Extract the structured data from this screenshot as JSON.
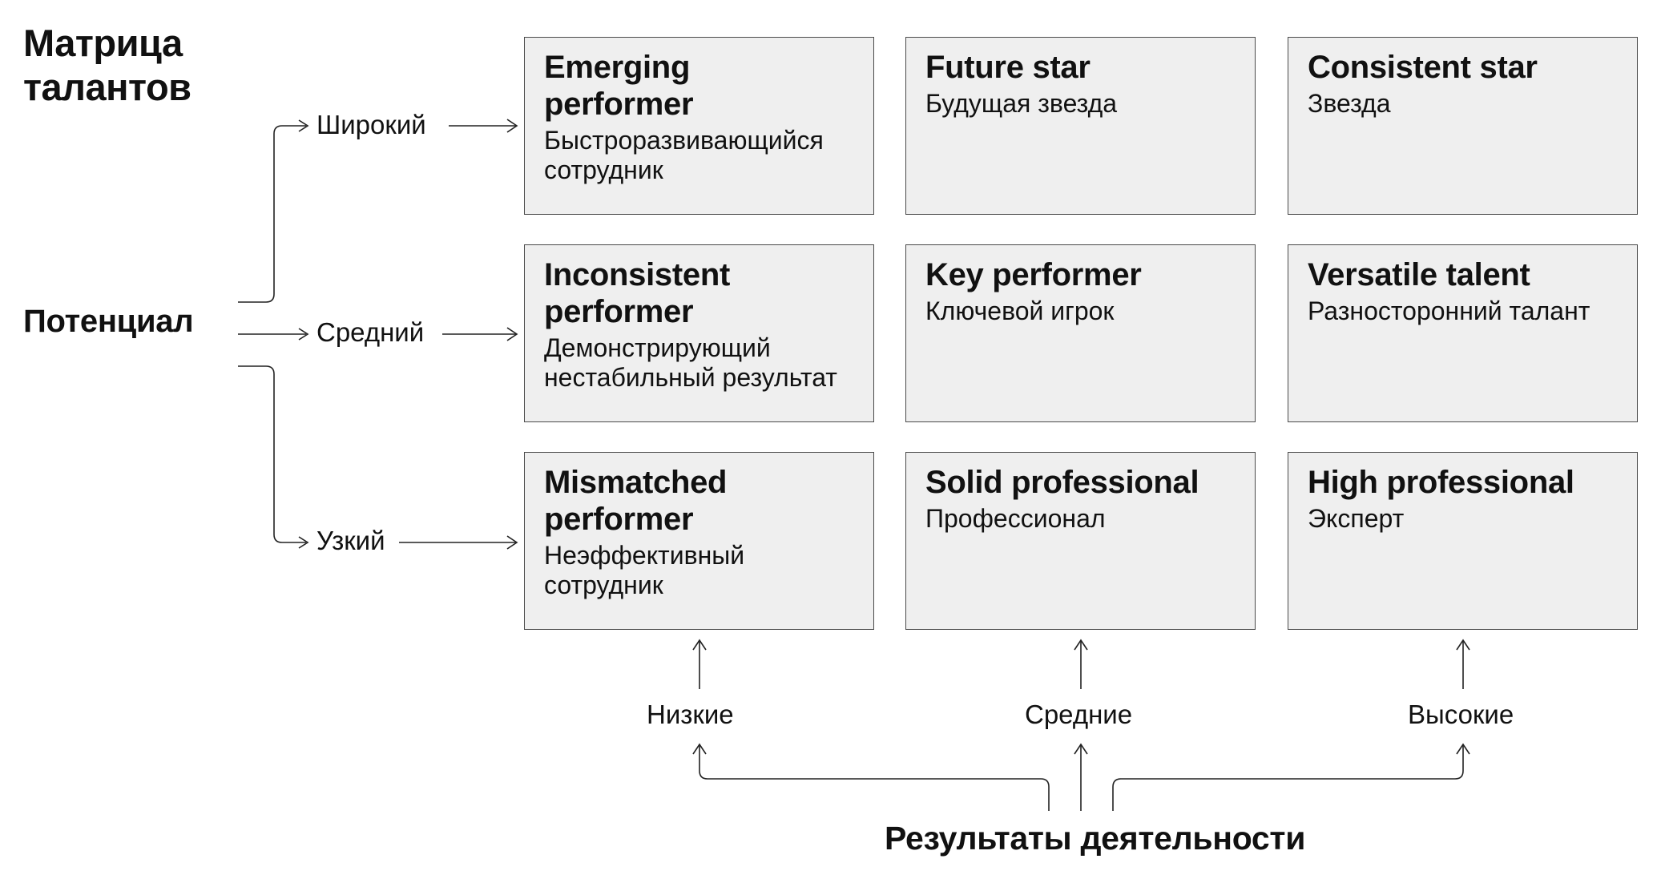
{
  "title": "Матрица\nталантов",
  "potential": {
    "label": "Потенциал",
    "levels": [
      "Широкий",
      "Средний",
      "Узкий"
    ]
  },
  "performance": {
    "label": "Результаты деятельности",
    "levels": [
      "Низкие",
      "Средние",
      "Высокие"
    ]
  },
  "cells": [
    [
      {
        "en": "Emerging performer",
        "ru": "Быстроразвивающийся сотрудник"
      },
      {
        "en": "Future star",
        "ru": "Будущая звезда"
      },
      {
        "en": "Consistent star",
        "ru": "Звезда"
      }
    ],
    [
      {
        "en": "Inconsistent performer",
        "ru": "Демонстрирующий нестабильный результат"
      },
      {
        "en": "Key performer",
        "ru": "Ключевой игрок"
      },
      {
        "en": "Versatile talent",
        "ru": "Разносторонний талант"
      }
    ],
    [
      {
        "en": "Mismatched performer",
        "ru": "Неэффективный сотрудник"
      },
      {
        "en": "Solid professional",
        "ru": "Профессионал"
      },
      {
        "en": "High professional",
        "ru": "Эксперт"
      }
    ]
  ]
}
